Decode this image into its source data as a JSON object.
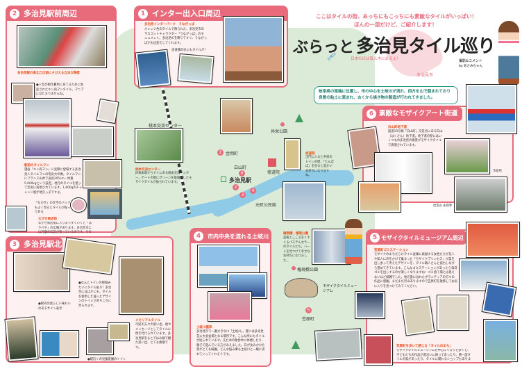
{
  "header": {
    "intro_line1": "ここはタイルの街、あっちにもこっちにも素敵なタイルがいっぱい！",
    "intro_line2": "ほんの一部だけど、ご紹介します！",
    "title_prefix": "ぶらっと",
    "title_main": "多治見タイル巡り",
    "japan_note": "日本のほぼ真ん中にあるよ！",
    "city_label": "多治見市",
    "river_label": "土岐川",
    "credit": "撮影&コメント",
    "credit_by": "by あさみちゃん",
    "description": "岐阜県の南端に位置し、市の中心を土岐川が流れ、四方を山で囲まれており良質の粘土に恵まれ、古くから焼き物の製造が行われてきました。"
  },
  "sections": {
    "s1": {
      "num": "1",
      "title": "インター出入口周辺",
      "sub": "多治見インターパーク　うながっぱ",
      "body": "オレンジ色のタイルで飾られた、多治見市のマスコットキャラクター「うながっぱ」のモニュメント。多治見ICを降りてすぐ、うながっぱがお出迎えしてくれます。",
      "note": "歩道橋の柱にもタイルが！"
    },
    "s2": {
      "num": "2",
      "title": "多治見駅前周辺",
      "cap1": "多治見駅の南北口正面にそびえる立派な陶壁",
      "note1": "●人型の製作費用に充てるために生産されたキン肉マンタイル。マニアにはたまりませんね。",
      "sub2": "駅前のタイルマン",
      "body2": "漫画「キン肉マン」に実際に登場する多治見人タイルマンの等身大の像。タイルマンにフランス山井で身長205cm・体重5,000kgという設定。地元のタイルを使って忠実に再現されています。1,800gのチャレンジ感が地元っ子ですよ。",
      "note2": "「なかせ」の文字のバックもよく見るとタイルが貼ってある",
      "sub3": "ながせ商店街",
      "body3": "ながせ商店街に入りまっすぐいくと「はりべや」の広場があります。多治見市には河童の伝説が残っているのです。その先にはY字路があり立ち止まって上を見上げると…。ここにも陶壁が…。"
    },
    "s3": {
      "num": "3",
      "title": "多治見駅北",
      "note1": "●なんとトイレの壁紙みたいにタイル貼り！多治見にはほかにも、タイルを使用した凝ったデザインのトイレがあちこちに見られます。",
      "note2": "●駅内の奥らしい味わいのあるサイン表示",
      "note3": "●駅近くの児童遊園のトイレ",
      "sub": "メモリアルタイル",
      "body": "市民の方々の思い出、絵やメッセージとしてタイルに焼き付けられています。多治見駅をもとではみ静で観た思い出、とても素敵です。"
    },
    "s4": {
      "num": "4",
      "title": "市内中央を流れる土岐川",
      "sub": "土岐川護岸",
      "body": "多治見市で一番大きな川「土岐川」。夏には多治見花火大会会場となる場所です。こんな所にもタイルが貼られています。先ための散歩中に休憩したり、親子で遊んでいる方がみえました。日が沈みかけた景がとても綺麗。どんな悩み事も土岐川と一緒に流れていってくれそうです。",
      "side_sub": "権現橋・権現公園",
      "side_body": "美術とこころをくすぐるパステルカラーのタイルたち。ハートを見つけて幸せな気持ちになりました。"
    },
    "s5": {
      "num": "5",
      "title": "モザイクタイルミュージアム周辺",
      "sub": "笠原町ゴミステーション",
      "body": "モザイクのまちだらけタイル産業に貢献する女性たちが友人や知人に声をかけて集まった「モザイクプリンセス」が美を出し歩って考えたデザインを、タイル職人さんと協力しながら進めてきています。こんなゴミステーションがあったら毎日ゴミを出しするのが楽しくなりますね！ゴミ捨て場とは思えないほど綺麗でした。地元愛に溢れたボランティアの方々の作品に感動。まだまだ沢山ありますので笠原町を散策してお気に入りを見つけてみてください。",
      "sub2": "笠原町を歩いて感じる「タイルのまち」",
      "body2": "モザイクタイルミュージアムを中心にぐるりと歩くと、子どもたちの作品が道沿いに飾ってあったり、随一度タイルの家があったり、タイルに関わるショップもあります。"
    },
    "s6": {
      "num": "6",
      "title": "素敵なモザイクアート街道",
      "sub": "白山町地下道",
      "body": "国道19号線「白山町」交差点にある白山（はくさん）地下道。地下道の壁にはいくつもの多治見の風景がモザイクタイルで表現されています。",
      "cap1": "修道院",
      "cap2": "虎渓山 永保寺",
      "cap3": "市役所"
    },
    "side": {
      "sub": "修道院",
      "body": "正門に入ると手前のトイレの壁、「たんぽぽ」を見ると温かい気持ちになりますね。",
      "hall": "元町公民館"
    }
  },
  "map": {
    "labels": [
      "桃本交流センター",
      "金岡町",
      "白山町",
      "多治見駅",
      "修道院",
      "共栄公園",
      "元町公民館",
      "権現橋公園",
      "モザイクタイルミュージアム",
      "笠原町"
    ],
    "center_sub": "桃本交流センター",
    "center_body": "JR桃本駅からすぐにある桃本交流センター。ゲートの壁にグリーンを基調としたモザイクタイルが貼られています。"
  },
  "colors": {
    "accent": "#e86b7c",
    "map": "#dcebd7",
    "river": "#8fcbe6",
    "orange": "#e8501e"
  }
}
